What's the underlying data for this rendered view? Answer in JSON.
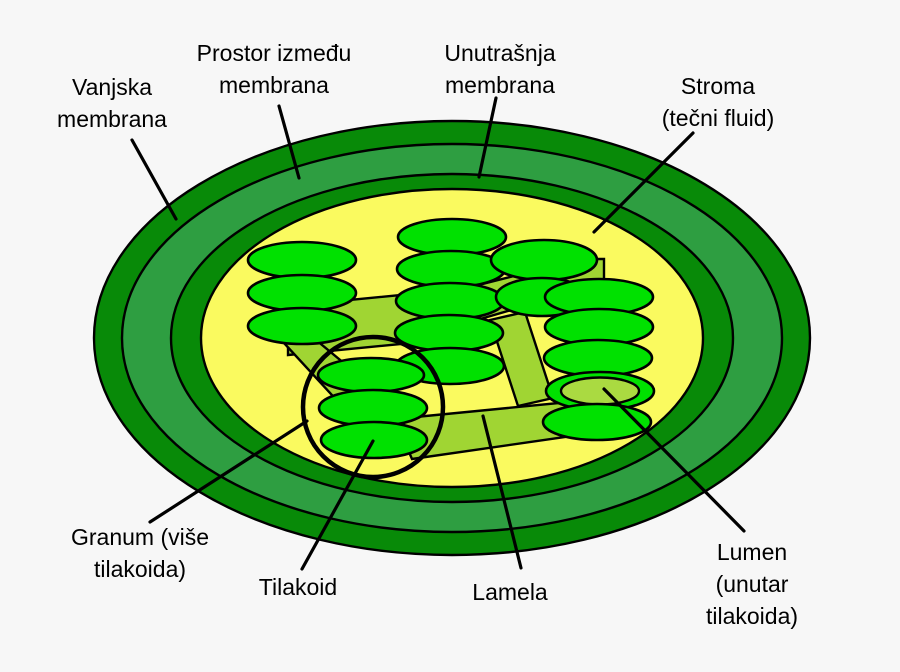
{
  "diagram": {
    "labels": {
      "outer_membrane": "Vanjska\nmembrana",
      "intermembrane_space": "Prostor između\nmembrana",
      "inner_membrane": "Unutrašnja\nmembrana",
      "stroma": "Stroma\n(tečni fluid)",
      "granum": "Granum (više\ntilakoida)",
      "thylakoid": "Tilakoid",
      "lamella": "Lamela",
      "lumen": "Lumen\n(unutar tilakoida)"
    },
    "colors": {
      "background": "#f7f7f7",
      "membrane_dark_green": "#088a08",
      "intermembrane_green": "#2e9e41",
      "stroma_yellow": "#fafa5f",
      "thylakoid_green": "#00e100",
      "lamella_green": "#a0d533",
      "lumen_green": "#aada41",
      "outline": "#000000",
      "label_color": "#000000"
    }
  }
}
